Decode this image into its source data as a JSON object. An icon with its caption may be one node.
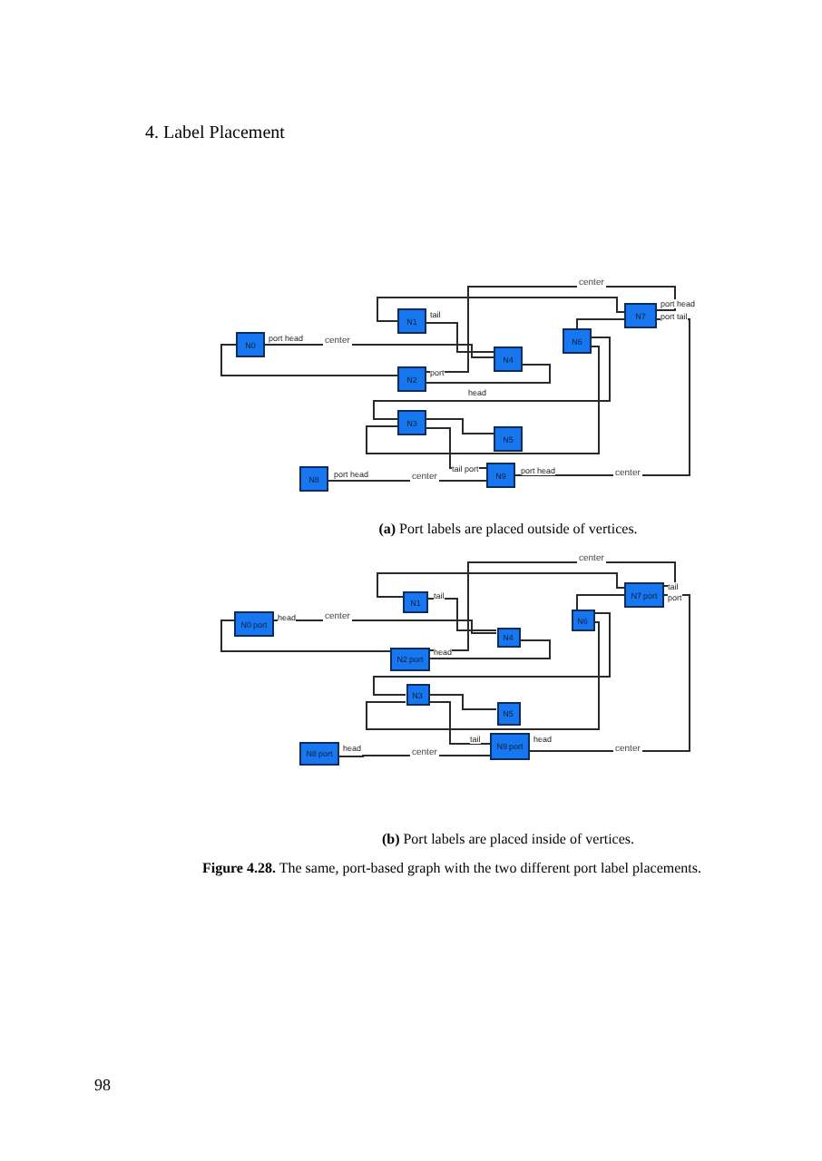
{
  "diagram": {
    "title": "4. Label Placement",
    "caption": "**Figure 4.28.** The same, port-based graph with the two different port label placements.",
    "nodes": [
      {
        "text": [
          "N0"
        ],
        "beside": [
          "port head"
        ]
      },
      {
        "text": [
          "N1"
        ],
        "beside": [
          "tail"
        ]
      },
      {
        "text": [
          "N2"
        ],
        "beside": [
          "port"
        ]
      },
      {
        "text": [
          "N3"
        ]
      },
      {
        "text": [
          "N4"
        ],
        "beside": [
          "head"
        ]
      },
      {
        "text": [
          "N5"
        ]
      },
      {
        "text": [
          "N6"
        ]
      },
      {
        "text": [
          "N7"
        ],
        "beside": [
          "port head",
          "port tail"
        ]
      },
      {
        "text": [
          "N8"
        ],
        "beside": [
          "port head"
        ]
      },
      {
        "text": [
          "N9"
        ],
        "beside": [
          "tail port",
          "port head"
        ]
      },
      {
        "text": [
          "N0",
          "port"
        ],
        "beside": [
          "head"
        ]
      },
      {
        "text": [
          "N1"
        ],
        "beside": [
          "tail"
        ]
      },
      {
        "text": [
          "N2",
          "port"
        ],
        "beside": [
          "head"
        ]
      },
      {
        "text": [
          "N3"
        ]
      },
      {
        "text": [
          "N4"
        ]
      },
      {
        "text": [
          "N5"
        ]
      },
      {
        "text": [
          "N6"
        ]
      },
      {
        "text": [
          "N7",
          "port"
        ],
        "beside": [
          "tail",
          "port"
        ]
      },
      {
        "text": [
          "N8",
          "port"
        ],
        "beside": [
          "head"
        ]
      },
      {
        "text": [
          "N9",
          "port"
        ],
        "beside": [
          "tail",
          "head"
        ]
      }
    ],
    "edges": [
      {
        "from": 0,
        "to": 4,
        "arrow": "none",
        "label": "center"
      },
      {
        "from": 0,
        "to": 2,
        "arrow": "none"
      },
      {
        "from": 1,
        "to": 4,
        "arrow": "none"
      },
      {
        "from": 2,
        "to": 7,
        "arrow": "none",
        "label": "center"
      },
      {
        "from": 2,
        "to": 4,
        "arrow": "none"
      },
      {
        "from": 1,
        "to": 7,
        "arrow": "none"
      },
      {
        "from": 3,
        "to": 5,
        "arrow": "none"
      },
      {
        "from": 3,
        "to": 6,
        "arrow": "none"
      },
      {
        "from": 3,
        "to": 6,
        "arrow": "none"
      },
      {
        "from": 8,
        "to": 9,
        "arrow": "none",
        "label": "center"
      },
      {
        "from": 9,
        "to": 7,
        "arrow": "none",
        "label": "center"
      },
      {
        "from": 6,
        "to": 7,
        "arrow": "none"
      },
      {
        "from": 3,
        "to": 9,
        "arrow": "none"
      },
      {
        "from": 10,
        "to": 14,
        "arrow": "none",
        "label": "center"
      },
      {
        "from": 10,
        "to": 12,
        "arrow": "none"
      },
      {
        "from": 11,
        "to": 14,
        "arrow": "none"
      },
      {
        "from": 12,
        "to": 17,
        "arrow": "none",
        "label": "center"
      },
      {
        "from": 12,
        "to": 14,
        "arrow": "none"
      },
      {
        "from": 11,
        "to": 17,
        "arrow": "none"
      },
      {
        "from": 13,
        "to": 15,
        "arrow": "none"
      },
      {
        "from": 13,
        "to": 16,
        "arrow": "none"
      },
      {
        "from": 13,
        "to": 16,
        "arrow": "none"
      },
      {
        "from": 18,
        "to": 19,
        "arrow": "none",
        "label": "center"
      },
      {
        "from": 19,
        "to": 17,
        "arrow": "none",
        "label": "center"
      },
      {
        "from": 16,
        "to": 17,
        "arrow": "none"
      },
      {
        "from": 13,
        "to": 19,
        "arrow": "none"
      }
    ],
    "labels": [
      "**(a)** Port labels are placed outside of vertices.",
      "**(b)** Port labels are placed inside of vertices.",
      "98"
    ]
  }
}
